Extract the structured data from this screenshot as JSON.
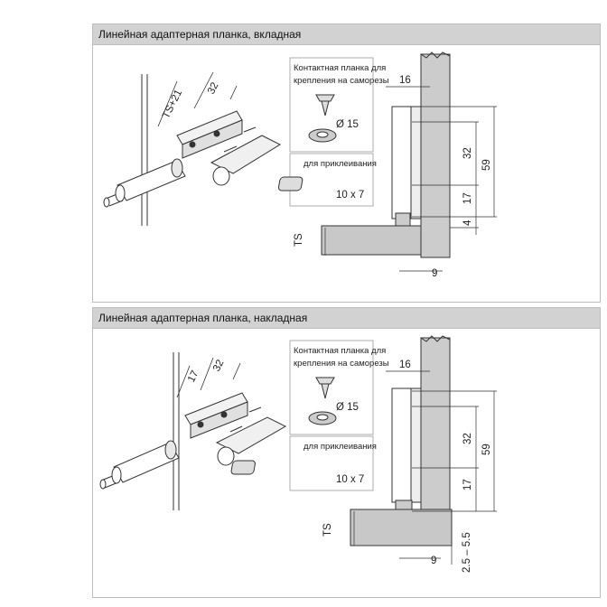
{
  "sections": [
    {
      "title": "Линейная адаптерная планка, вкладная",
      "inset": {
        "screw_caption_line1": "Контактная планка для",
        "screw_caption_line2": "крепления на саморезы",
        "screw_diameter": "Ø 15",
        "glue_caption": "для приклеивания",
        "glue_size": "10 x 7"
      },
      "perspective_dims": {
        "first": "TS+21",
        "second": "32"
      },
      "dims": {
        "top": "16",
        "upper": "32",
        "lower": "17",
        "total": "59",
        "gap": "4",
        "side": "9",
        "ts": "TS"
      }
    },
    {
      "title": "Линейная адаптерная планка, накладная",
      "inset": {
        "screw_caption_line1": "Контактная планка для",
        "screw_caption_line2": "крепления на саморезы",
        "screw_diameter": "Ø 15",
        "glue_caption": "для приклеивания",
        "glue_size": "10 x 7"
      },
      "perspective_dims": {
        "first": "17",
        "second": "32"
      },
      "dims": {
        "top": "16",
        "upper": "32",
        "lower": "17",
        "total": "59",
        "side": "9",
        "ts": "TS",
        "range": "2.5 – 5.5"
      }
    }
  ]
}
